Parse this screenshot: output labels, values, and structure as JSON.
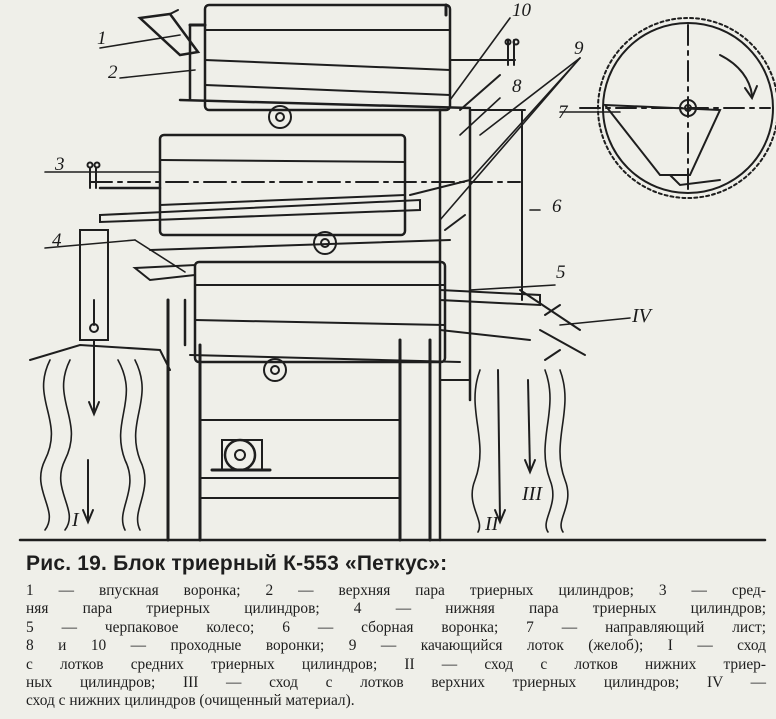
{
  "figure": {
    "labels": {
      "l1": "1",
      "l2": "2",
      "l3": "3",
      "l4": "4",
      "l5": "5",
      "l6": "6",
      "l7": "7",
      "l8": "8",
      "l9": "9",
      "l10": "10"
    },
    "outputs": {
      "o1": "I",
      "o2": "II",
      "o3": "III",
      "o4": "IV"
    }
  },
  "caption": {
    "title": "Рис. 19. Блок триерный К-553 «Петкус»:",
    "lines": [
      "1 — впускная воронка; 2 — верхняя пара триерных цилиндров; 3 — сред-",
      "няя пара триерных цилиндров; 4 — нижняя пара триерных цилиндров;",
      "5 — черпаковое колесо; 6 — сборная воронка; 7 — направляющий лист;",
      "8 и 10 — проходные воронки; 9 — качающийся лоток (желоб); I — сход",
      "с лотков средних триерных цилиндров; II — сход с лотков нижних триер-",
      "ных цилиндров; III — сход с лотков верхних триерных цилиндров; IV —",
      "сход с нижних цилиндров (очищенный материал)."
    ]
  },
  "colors": {
    "ink": "#1e1e1e",
    "paper": "#efefe9"
  }
}
